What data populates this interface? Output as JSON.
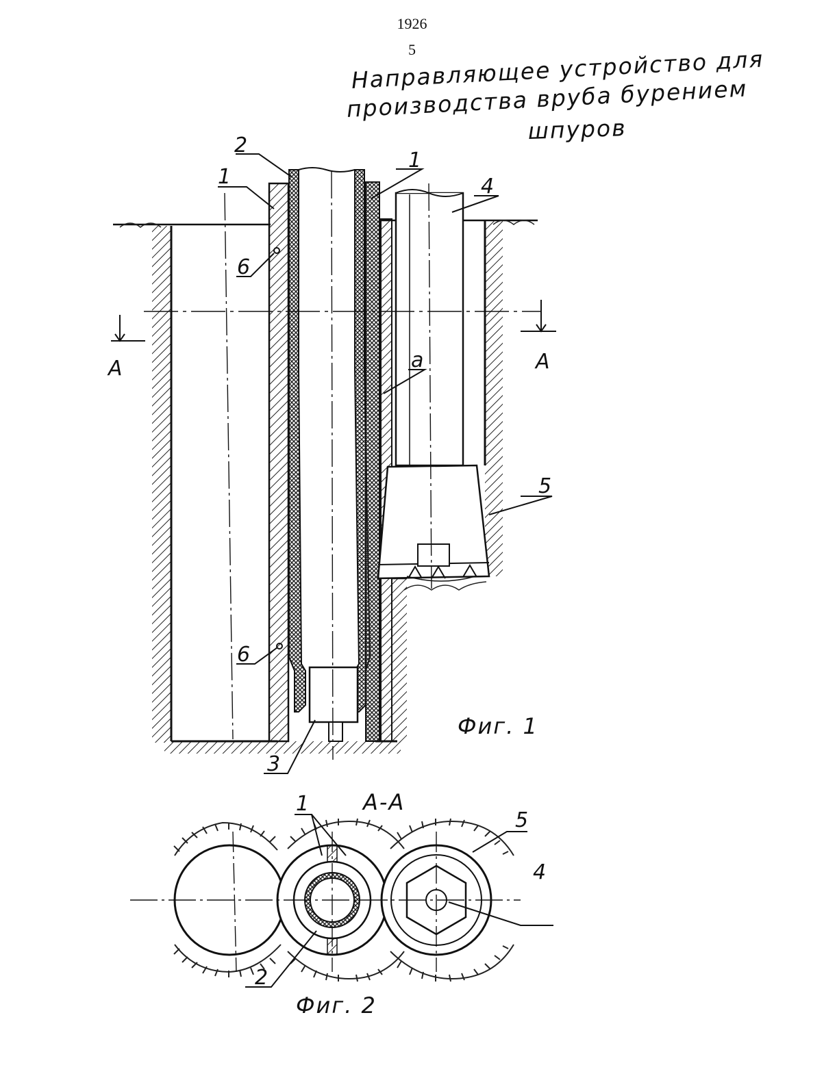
{
  "document": {
    "page_number": "1926",
    "sheet_number": "5",
    "title_lines": [
      "Направляющее устройство для",
      "производства вруба бурением",
      "шпуров"
    ]
  },
  "figure1": {
    "caption": "Фиг. 1",
    "labels": {
      "casing_left": "1",
      "liner": "2",
      "casing_right": "1",
      "drill_rod": "4",
      "bit": "5",
      "weld_upper": "6",
      "weld_lower": "6",
      "guide_line": "a",
      "plug": "3",
      "section_left": "A",
      "section_right": "A"
    }
  },
  "figure2": {
    "section_title": "А-А",
    "caption": "Фиг. 2",
    "labels": {
      "casing": "1",
      "bit": "5",
      "drill_rod": "4",
      "liner": "2"
    }
  }
}
